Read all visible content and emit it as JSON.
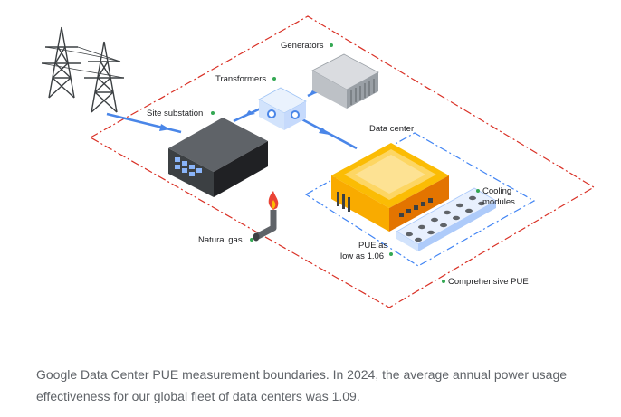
{
  "labels": {
    "generators": "Generators",
    "transformers": "Transformers",
    "site_substation": "Site substation",
    "data_center": "Data center",
    "cooling_line1": "Cooling",
    "cooling_line2": "modules",
    "natural_gas": "Natural gas",
    "pue_line1": "PUE as",
    "pue_line2": "low as 1.06",
    "comprehensive_pue": "Comprehensive PUE"
  },
  "caption": "Google Data Center PUE measurement boundaries. In 2024, the average annual power usage effectiveness for our global fleet of data centers was 1.09.",
  "colors": {
    "boundary_outer": "#d93025",
    "boundary_inner": "#4285f4",
    "power_line": "#4a86e8",
    "label_dot": "#34a853",
    "building_yellow": "#fbbc04"
  },
  "icons": [
    "transmission-tower-icon",
    "flame-icon"
  ]
}
